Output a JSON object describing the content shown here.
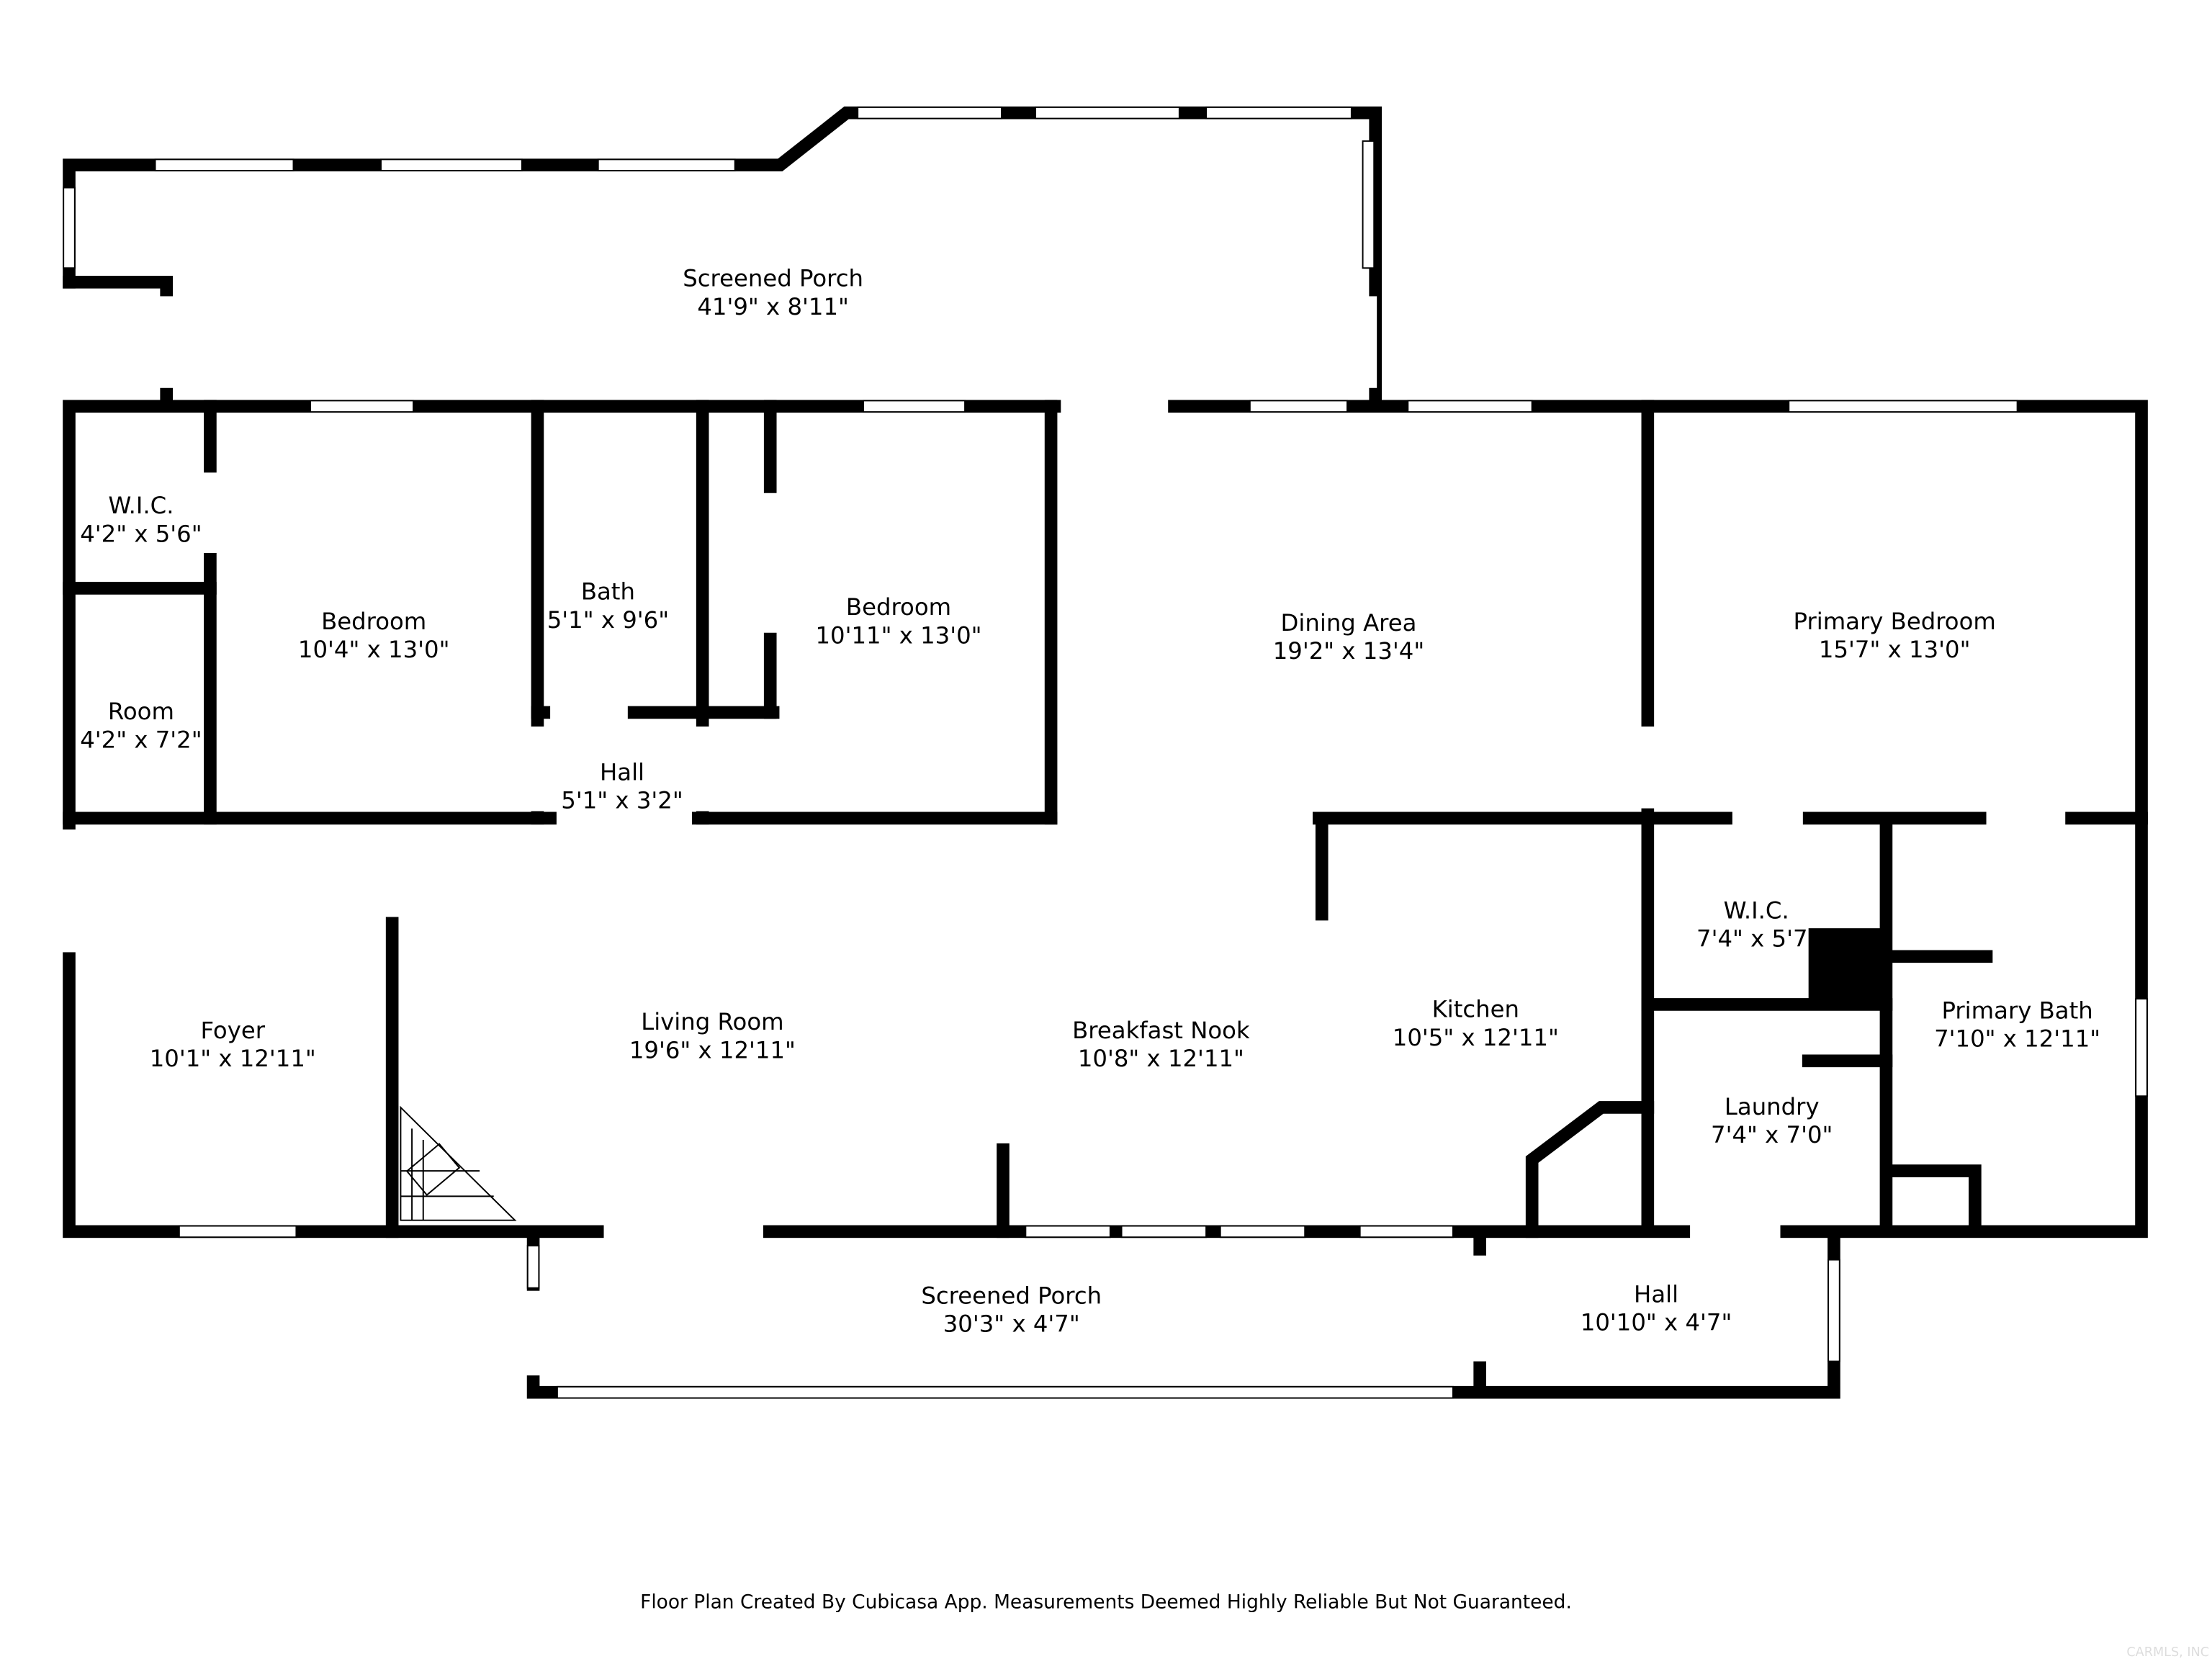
{
  "rooms": {
    "screened_porch_top": {
      "name": "Screened Porch",
      "size": "41'9\" x 8'11\""
    },
    "wic_left": {
      "name": "W.I.C.",
      "size": "4'2\" x 5'6\""
    },
    "room": {
      "name": "Room",
      "size": "4'2\" x 7'2\""
    },
    "bedroom_1": {
      "name": "Bedroom",
      "size": "10'4\" x 13'0\""
    },
    "bath": {
      "name": "Bath",
      "size": "5'1\" x 9'6\""
    },
    "hall_small": {
      "name": "Hall",
      "size": "5'1\" x 3'2\""
    },
    "bedroom_2": {
      "name": "Bedroom",
      "size": "10'11\" x 13'0\""
    },
    "dining": {
      "name": "Dining Area",
      "size": "19'2\" x 13'4\""
    },
    "primary_bedroom": {
      "name": "Primary Bedroom",
      "size": "15'7\" x 13'0\""
    },
    "foyer": {
      "name": "Foyer",
      "size": "10'1\" x 12'11\""
    },
    "living": {
      "name": "Living Room",
      "size": "19'6\" x 12'11\""
    },
    "breakfast": {
      "name": "Breakfast Nook",
      "size": "10'8\" x 12'11\""
    },
    "kitchen": {
      "name": "Kitchen",
      "size": "10'5\" x 12'11\""
    },
    "wic_right": {
      "name": "W.I.C.",
      "size": "7'4\" x 5'7"
    },
    "laundry": {
      "name": "Laundry",
      "size": "7'4\" x 7'0\""
    },
    "primary_bath": {
      "name": "Primary Bath",
      "size": "7'10\" x 12'11\""
    },
    "screened_porch_bottom": {
      "name": "Screened Porch",
      "size": "30'3\" x 4'7\""
    },
    "hall_bottom": {
      "name": "Hall",
      "size": "10'10\" x 4'7\""
    }
  },
  "footer": "Floor Plan Created By Cubicasa App. Measurements Deemed Highly Reliable But Not Guaranteed.",
  "watermark": "CARMLS, INC"
}
